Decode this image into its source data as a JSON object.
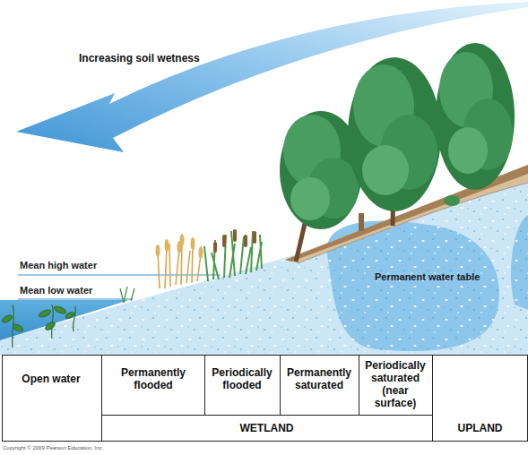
{
  "diagram": {
    "labels": [
      "Increasing soil wetness",
      "Mean high water",
      "Mean low water",
      "Permanent water table",
      "Open water",
      "Permanently flooded",
      "Periodically flooded",
      "Permanently saturated",
      "Periodically saturated (near surface)",
      "WETLAND",
      "UPLAND",
      "Copyright © 2009 Pearson Education, Inc."
    ]
  }
}
